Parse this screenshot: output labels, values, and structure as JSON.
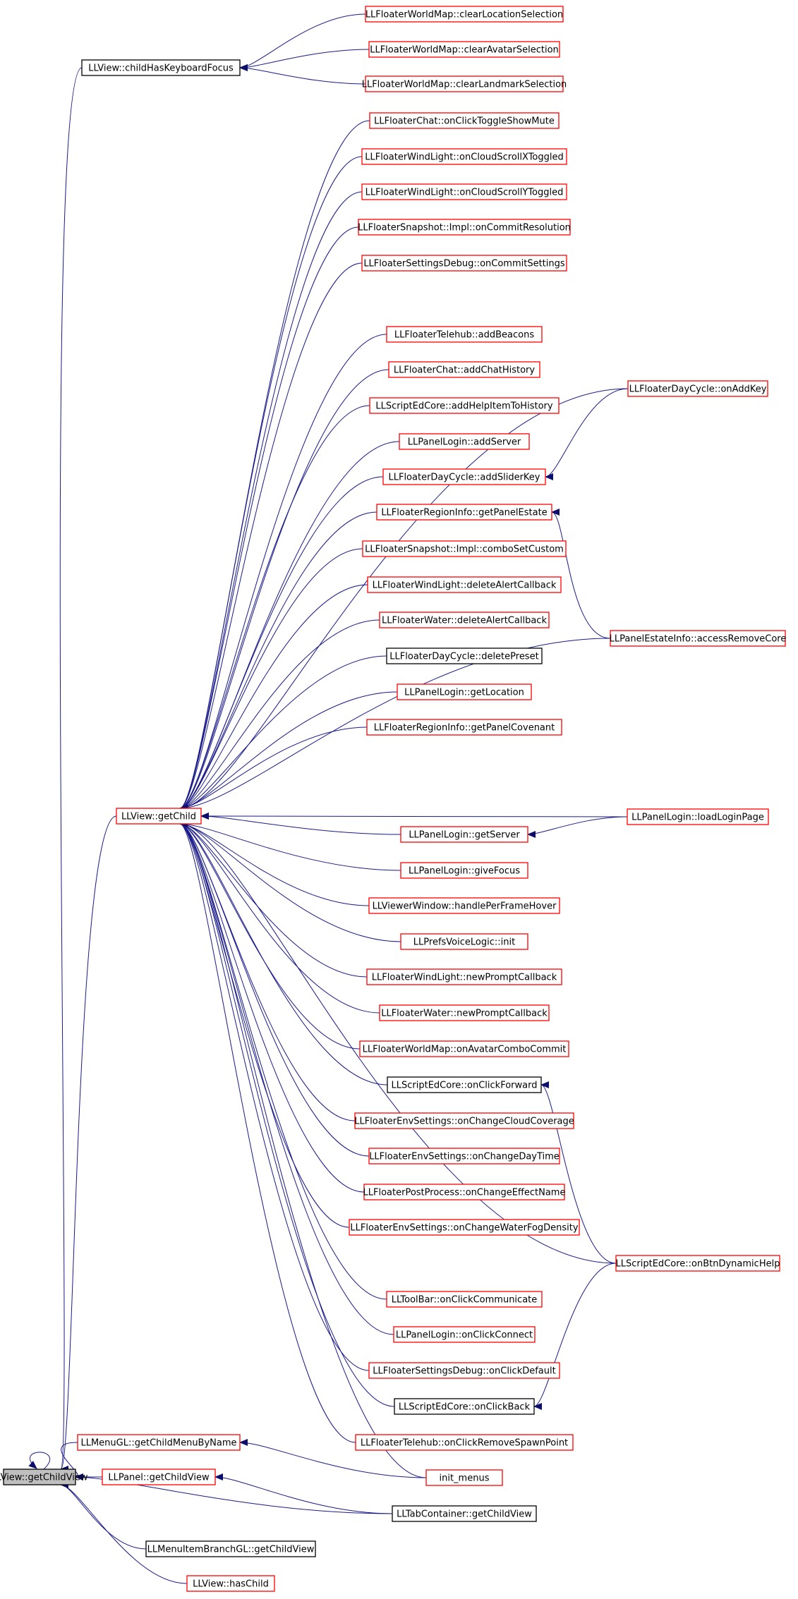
{
  "graph": {
    "colors": {
      "edge": "#1a1a8a",
      "arrowhead": "#0d0d6b",
      "truncated_border": "#ff0000",
      "normal_border": "#000000",
      "focus_fill": "#bfbfbf"
    },
    "nodes": [
      {
        "id": "getChildView",
        "label": "LLView::getChildView",
        "border": "black",
        "fill": "gray"
      },
      {
        "id": "childHasFocus",
        "label": "LLView::childHasKeyboardFocus",
        "border": "black"
      },
      {
        "id": "getChild",
        "label": "LLView::getChild",
        "border": "red"
      },
      {
        "id": "getChildMenuByName",
        "label": "LLMenuGL::getChildMenuByName",
        "border": "red"
      },
      {
        "id": "panelGetChildView",
        "label": "LLPanel::getChildView",
        "border": "red"
      },
      {
        "id": "menuItemBranch",
        "label": "LLMenuItemBranchGL::getChildView",
        "border": "black"
      },
      {
        "id": "hasChild",
        "label": "LLView::hasChild",
        "border": "red"
      },
      {
        "id": "wmClearLocation",
        "label": "LLFloaterWorldMap::clearLocationSelection",
        "border": "red"
      },
      {
        "id": "wmClearAvatar",
        "label": "LLFloaterWorldMap::clearAvatarSelection",
        "border": "red"
      },
      {
        "id": "wmClearLandmark",
        "label": "LLFloaterWorldMap::clearLandmarkSelection",
        "border": "red"
      },
      {
        "id": "chatToggleMute",
        "label": "LLFloaterChat::onClickToggleShowMute",
        "border": "red"
      },
      {
        "id": "wlCloudX",
        "label": "LLFloaterWindLight::onCloudScrollXToggled",
        "border": "red"
      },
      {
        "id": "wlCloudY",
        "label": "LLFloaterWindLight::onCloudScrollYToggled",
        "border": "red"
      },
      {
        "id": "snapCommitRes",
        "label": "LLFloaterSnapshot::Impl::onCommitResolution",
        "border": "red"
      },
      {
        "id": "settingsCommit",
        "label": "LLFloaterSettingsDebug::onCommitSettings",
        "border": "red"
      },
      {
        "id": "telehubBeacons",
        "label": "LLFloaterTelehub::addBeacons",
        "border": "red"
      },
      {
        "id": "chatAddHistory",
        "label": "LLFloaterChat::addChatHistory",
        "border": "red"
      },
      {
        "id": "scriptAddHelp",
        "label": "LLScriptEdCore::addHelpItemToHistory",
        "border": "red"
      },
      {
        "id": "loginAddServer",
        "label": "LLPanelLogin::addServer",
        "border": "red"
      },
      {
        "id": "dayAddSliderKey",
        "label": "LLFloaterDayCycle::addSliderKey",
        "border": "red"
      },
      {
        "id": "regionPanelEstate",
        "label": "LLFloaterRegionInfo::getPanelEstate",
        "border": "red"
      },
      {
        "id": "snapCombo",
        "label": "LLFloaterSnapshot::Impl::comboSetCustom",
        "border": "red"
      },
      {
        "id": "wlDeleteAlert",
        "label": "LLFloaterWindLight::deleteAlertCallback",
        "border": "red"
      },
      {
        "id": "waterDeleteAlert",
        "label": "LLFloaterWater::deleteAlertCallback",
        "border": "red"
      },
      {
        "id": "dayDeletePreset",
        "label": "LLFloaterDayCycle::deletePreset",
        "border": "black"
      },
      {
        "id": "loginGetLocation",
        "label": "LLPanelLogin::getLocation",
        "border": "red"
      },
      {
        "id": "regionCovenant",
        "label": "LLFloaterRegionInfo::getPanelCovenant",
        "border": "red"
      },
      {
        "id": "loginGetServer",
        "label": "LLPanelLogin::getServer",
        "border": "red"
      },
      {
        "id": "loginGiveFocus",
        "label": "LLPanelLogin::giveFocus",
        "border": "red"
      },
      {
        "id": "viewerHover",
        "label": "LLViewerWindow::handlePerFrameHover",
        "border": "red"
      },
      {
        "id": "prefsVoiceInit",
        "label": "LLPrefsVoiceLogic::init",
        "border": "red"
      },
      {
        "id": "wlNewPrompt",
        "label": "LLFloaterWindLight::newPromptCallback",
        "border": "red"
      },
      {
        "id": "waterNewPrompt",
        "label": "LLFloaterWater::newPromptCallback",
        "border": "red"
      },
      {
        "id": "wmAvatarCombo",
        "label": "LLFloaterWorldMap::onAvatarComboCommit",
        "border": "red"
      },
      {
        "id": "scriptClickForward",
        "label": "LLScriptEdCore::onClickForward",
        "border": "black"
      },
      {
        "id": "envCloudCoverage",
        "label": "LLFloaterEnvSettings::onChangeCloudCoverage",
        "border": "red"
      },
      {
        "id": "envDayTime",
        "label": "LLFloaterEnvSettings::onChangeDayTime",
        "border": "red"
      },
      {
        "id": "postEffectName",
        "label": "LLFloaterPostProcess::onChangeEffectName",
        "border": "red"
      },
      {
        "id": "envWaterFog",
        "label": "LLFloaterEnvSettings::onChangeWaterFogDensity",
        "border": "red"
      },
      {
        "id": "toolbarCommunicate",
        "label": "LLToolBar::onClickCommunicate",
        "border": "red"
      },
      {
        "id": "loginClickConnect",
        "label": "LLPanelLogin::onClickConnect",
        "border": "red"
      },
      {
        "id": "settingsClickDefault",
        "label": "LLFloaterSettingsDebug::onClickDefault",
        "border": "red"
      },
      {
        "id": "scriptClickBack",
        "label": "LLScriptEdCore::onClickBack",
        "border": "black"
      },
      {
        "id": "telehubRemoveSpawn",
        "label": "LLFloaterTelehub::onClickRemoveSpawnPoint",
        "border": "red"
      },
      {
        "id": "initMenus",
        "label": "init_menus",
        "border": "red"
      },
      {
        "id": "tabGetChildView",
        "label": "LLTabContainer::getChildView",
        "border": "black"
      },
      {
        "id": "dayOnAddKey",
        "label": "LLFloaterDayCycle::onAddKey",
        "border": "red"
      },
      {
        "id": "estateAccessRemove",
        "label": "LLPanelEstateInfo::accessRemoveCore",
        "border": "red"
      },
      {
        "id": "loginLoadPage",
        "label": "LLPanelLogin::loadLoginPage",
        "border": "red"
      },
      {
        "id": "scriptDynamicHelp",
        "label": "LLScriptEdCore::onBtnDynamicHelp",
        "border": "red"
      }
    ],
    "edges": [
      {
        "from": "getChildView",
        "to": "getChildView"
      },
      {
        "from": "childHasFocus",
        "to": "getChildView"
      },
      {
        "from": "getChild",
        "to": "getChildView"
      },
      {
        "from": "getChildMenuByName",
        "to": "getChildView"
      },
      {
        "from": "panelGetChildView",
        "to": "getChildView"
      },
      {
        "from": "tabGetChildView",
        "to": "getChildView"
      },
      {
        "from": "menuItemBranch",
        "to": "getChildView"
      },
      {
        "from": "hasChild",
        "to": "getChildView"
      },
      {
        "from": "wmClearLocation",
        "to": "childHasFocus"
      },
      {
        "from": "wmClearAvatar",
        "to": "childHasFocus"
      },
      {
        "from": "wmClearLandmark",
        "to": "childHasFocus"
      },
      {
        "from": "chatToggleMute",
        "to": "getChild"
      },
      {
        "from": "wlCloudX",
        "to": "getChild"
      },
      {
        "from": "wlCloudY",
        "to": "getChild"
      },
      {
        "from": "snapCommitRes",
        "to": "getChild"
      },
      {
        "from": "settingsCommit",
        "to": "getChild"
      },
      {
        "from": "dayOnAddKey",
        "to": "getChild"
      },
      {
        "from": "telehubBeacons",
        "to": "getChild"
      },
      {
        "from": "chatAddHistory",
        "to": "getChild"
      },
      {
        "from": "scriptAddHelp",
        "to": "getChild"
      },
      {
        "from": "loginAddServer",
        "to": "getChild"
      },
      {
        "from": "dayAddSliderKey",
        "to": "getChild"
      },
      {
        "from": "regionPanelEstate",
        "to": "getChild"
      },
      {
        "from": "snapCombo",
        "to": "getChild"
      },
      {
        "from": "wlDeleteAlert",
        "to": "getChild"
      },
      {
        "from": "waterDeleteAlert",
        "to": "getChild"
      },
      {
        "from": "dayDeletePreset",
        "to": "getChild"
      },
      {
        "from": "loginGetLocation",
        "to": "getChild"
      },
      {
        "from": "regionCovenant",
        "to": "getChild"
      },
      {
        "from": "estateAccessRemove",
        "to": "getChild"
      },
      {
        "from": "loginLoadPage",
        "to": "getChild"
      },
      {
        "from": "loginGetServer",
        "to": "getChild"
      },
      {
        "from": "loginGiveFocus",
        "to": "getChild"
      },
      {
        "from": "viewerHover",
        "to": "getChild"
      },
      {
        "from": "prefsVoiceInit",
        "to": "getChild"
      },
      {
        "from": "wlNewPrompt",
        "to": "getChild"
      },
      {
        "from": "waterNewPrompt",
        "to": "getChild"
      },
      {
        "from": "wmAvatarCombo",
        "to": "getChild"
      },
      {
        "from": "scriptClickForward",
        "to": "getChild"
      },
      {
        "from": "envCloudCoverage",
        "to": "getChild"
      },
      {
        "from": "envDayTime",
        "to": "getChild"
      },
      {
        "from": "postEffectName",
        "to": "getChild"
      },
      {
        "from": "envWaterFog",
        "to": "getChild"
      },
      {
        "from": "scriptDynamicHelp",
        "to": "getChild"
      },
      {
        "from": "toolbarCommunicate",
        "to": "getChild"
      },
      {
        "from": "loginClickConnect",
        "to": "getChild"
      },
      {
        "from": "settingsClickDefault",
        "to": "getChild"
      },
      {
        "from": "scriptClickBack",
        "to": "getChild"
      },
      {
        "from": "telehubRemoveSpawn",
        "to": "getChild"
      },
      {
        "from": "initMenus",
        "to": "getChild"
      },
      {
        "from": "dayOnAddKey",
        "to": "dayAddSliderKey"
      },
      {
        "from": "estateAccessRemove",
        "to": "regionPanelEstate"
      },
      {
        "from": "loginLoadPage",
        "to": "loginGetServer"
      },
      {
        "from": "scriptDynamicHelp",
        "to": "scriptClickForward"
      },
      {
        "from": "scriptDynamicHelp",
        "to": "scriptClickBack"
      },
      {
        "from": "initMenus",
        "to": "getChildMenuByName"
      },
      {
        "from": "tabGetChildView",
        "to": "panelGetChildView"
      }
    ]
  }
}
